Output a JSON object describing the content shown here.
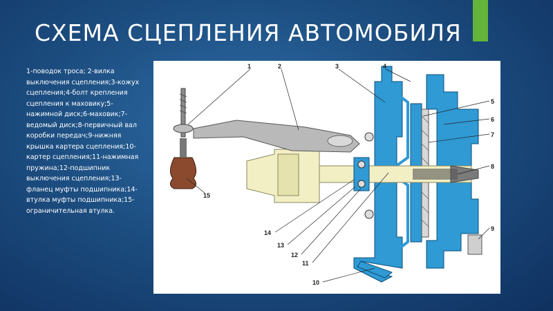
{
  "slide": {
    "title": "СХЕМА СЦЕПЛЕНИЯ АВТОМОБИЛЯ",
    "legend_text": "1-поводок троса; 2-вилка выключения сцепления;3-кожух сцепления;4-болт крепления сцепления к маховику;5-нажимной диск;6-маховик;7-ведомый диск;8-первичный вал коробки передач;9-нижняя крышка картера сцепления;10-картер сцепления;11-нажимная пружина;12-подшипник выключения сцепления;13-фланец муфты подшипника;14-втулка муфты подшипника;15-ограничительная втулка.",
    "accent_color": "#64b33a",
    "background_color": "#1d4f82"
  },
  "figure": {
    "part_color": "#2f9ad4",
    "shaft_color": "#f2efc4",
    "callouts": [
      "1",
      "2",
      "3",
      "4",
      "5",
      "6",
      "7",
      "8",
      "9",
      "10",
      "11",
      "12",
      "13",
      "14",
      "15"
    ]
  }
}
